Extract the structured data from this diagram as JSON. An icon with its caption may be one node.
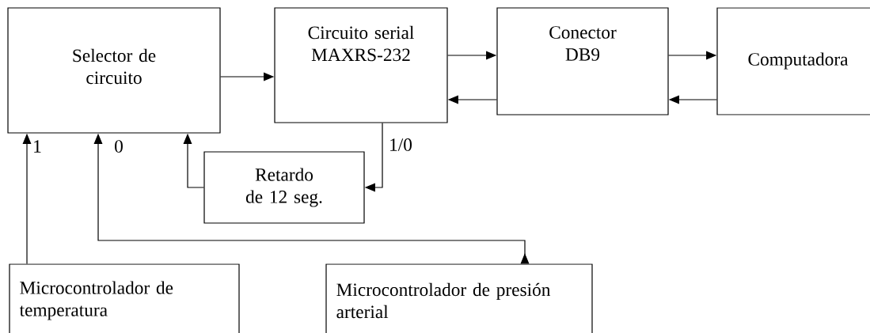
{
  "diagram": {
    "nodes": [
      {
        "text": [
          "Selector de circuito"
        ]
      },
      {
        "text": [
          "Circuito serial MAXRS-232"
        ]
      },
      {
        "text": [
          "Conector DB9"
        ]
      },
      {
        "text": [
          "Computadora"
        ]
      },
      {
        "text": [
          "Retardo de 12 seg."
        ]
      },
      {
        "text": [
          "Microcontrolador de temperatura"
        ]
      },
      {
        "text": [
          "Microcontrolador de presión arterial"
        ]
      }
    ],
    "edges": [
      {
        "from": 0,
        "to": 1,
        "arrow": "to"
      },
      {
        "from": 1,
        "to": 2,
        "arrow": "to"
      },
      {
        "from": 2,
        "to": 1,
        "arrow": "to"
      },
      {
        "from": 2,
        "to": 3,
        "arrow": "to"
      },
      {
        "from": 3,
        "to": 2,
        "arrow": "to"
      },
      {
        "from": 1,
        "to": 4,
        "arrow": "to",
        "label": "1/0"
      },
      {
        "from": 4,
        "to": 0,
        "arrow": "to"
      },
      {
        "from": 5,
        "to": 0,
        "arrow": "to",
        "label": "1"
      },
      {
        "from": 6,
        "to": 0,
        "arrow": "to",
        "label": "0"
      }
    ]
  }
}
